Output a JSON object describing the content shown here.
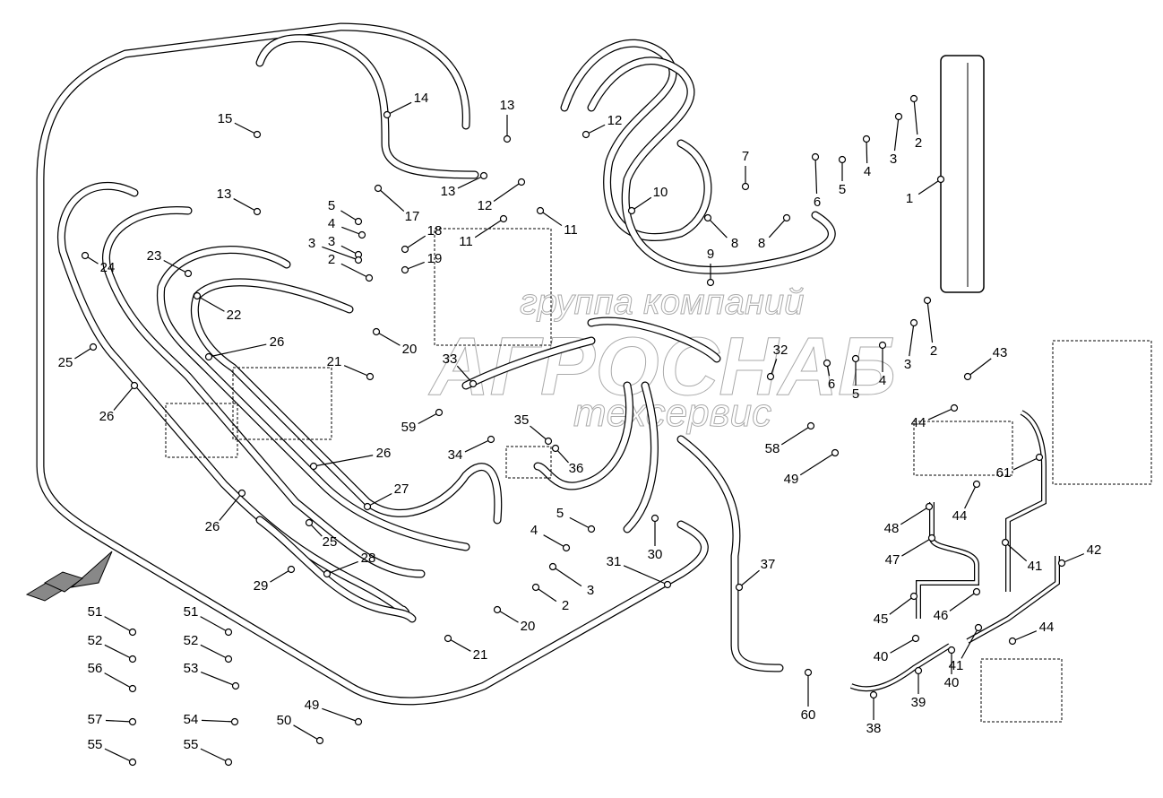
{
  "diagram": {
    "type": "hydraulic hose assembly exploded parts diagram",
    "callouts": [
      "1",
      "2",
      "2",
      "2",
      "2",
      "3",
      "3",
      "3",
      "3",
      "3",
      "4",
      "4",
      "4",
      "4",
      "5",
      "5",
      "5",
      "5",
      "6",
      "6",
      "7",
      "8",
      "8",
      "9",
      "10",
      "11",
      "11",
      "12",
      "12",
      "13",
      "13",
      "13",
      "14",
      "15",
      "17",
      "18",
      "19",
      "20",
      "20",
      "21",
      "21",
      "22",
      "23",
      "24",
      "25",
      "25",
      "26",
      "26",
      "26",
      "26",
      "27",
      "28",
      "29",
      "30",
      "31",
      "32",
      "33",
      "34",
      "35",
      "36",
      "37",
      "38",
      "39",
      "40",
      "40",
      "41",
      "41",
      "42",
      "43",
      "44",
      "44",
      "44",
      "45",
      "46",
      "47",
      "48",
      "49",
      "49",
      "50",
      "51",
      "51",
      "52",
      "52",
      "53",
      "54",
      "55",
      "55",
      "56",
      "57",
      "58",
      "59",
      "60",
      "61"
    ],
    "watermark": {
      "line1": "группа компаний",
      "line2": "АГРОСНАБ",
      "line3": "техсервис"
    }
  },
  "colors": {
    "line": "#000000",
    "background": "#ffffff",
    "watermark": "#666666"
  }
}
